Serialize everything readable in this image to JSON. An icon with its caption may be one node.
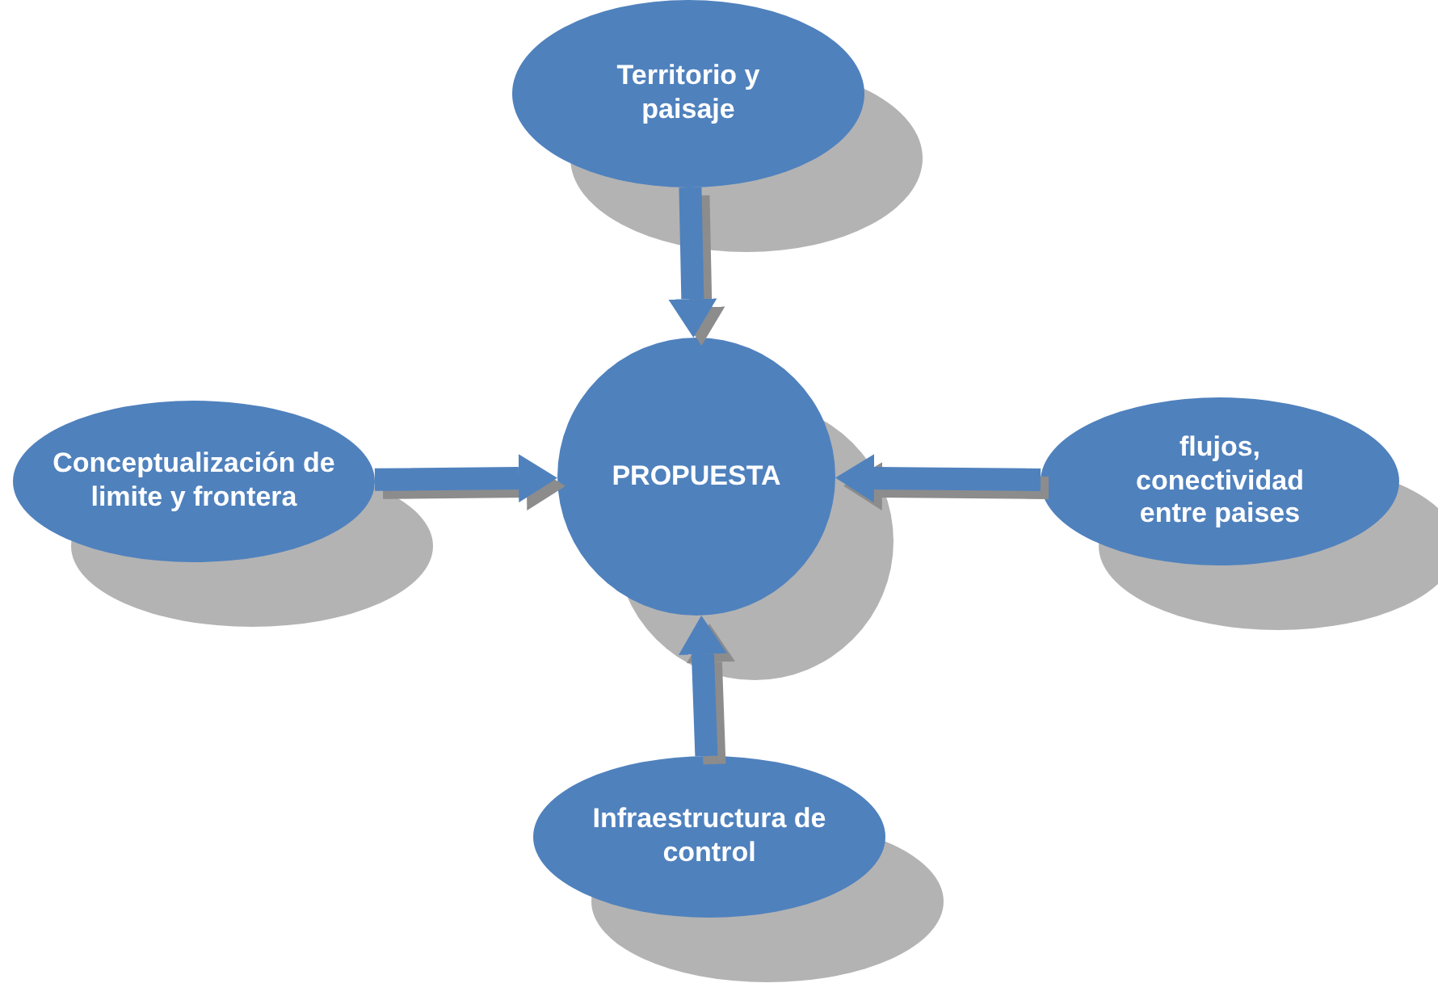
{
  "diagram": {
    "nodes": [
      {
        "text": [
          "Territorio y paisaje"
        ]
      },
      {
        "text": [
          "Conceptualización de limite y frontera"
        ]
      },
      {
        "text": [
          "PROPUESTA"
        ]
      },
      {
        "text": [
          "flujos, conectividad entre paises"
        ]
      },
      {
        "text": [
          "Infraestructura de control"
        ]
      }
    ],
    "edges": [
      {
        "from": 0,
        "to": 2,
        "arrow": "to"
      },
      {
        "from": 1,
        "to": 2,
        "arrow": "to"
      },
      {
        "from": 3,
        "to": 2,
        "arrow": "to"
      },
      {
        "from": 4,
        "to": 2,
        "arrow": "to"
      }
    ]
  }
}
